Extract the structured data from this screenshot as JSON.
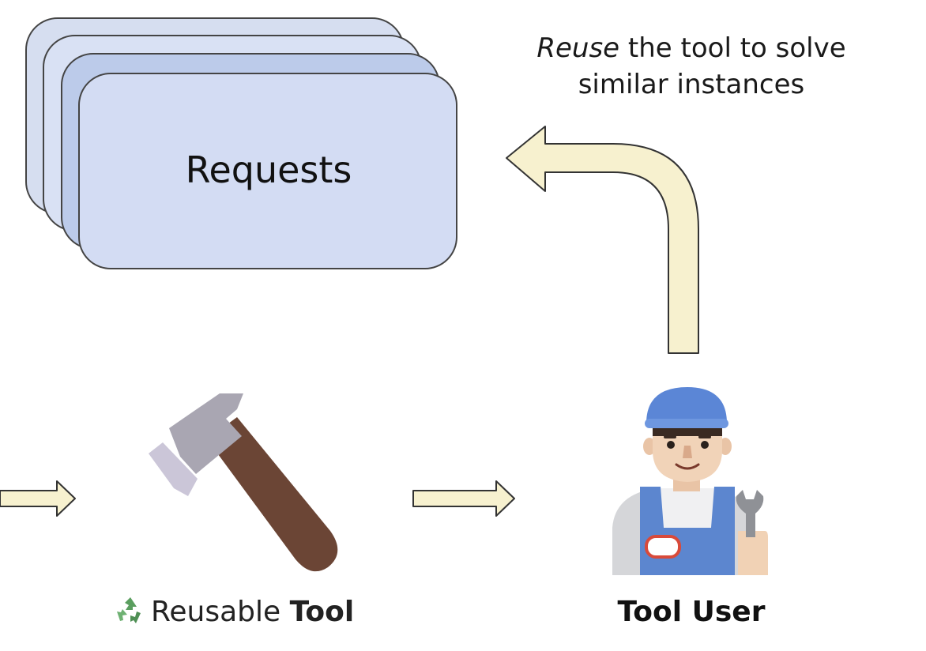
{
  "caption": {
    "emphasis": "Reuse",
    "rest": " the tool to solve",
    "line2": "similar instances"
  },
  "requests": {
    "label": "Requests"
  },
  "tool": {
    "label_prefix": "Reusable ",
    "label_bold": "Tool",
    "icon": "hammer-icon",
    "badge_icon": "recycle-icon"
  },
  "user": {
    "label": "Tool User",
    "icon": "mechanic-icon"
  },
  "colors": {
    "card_front": "#d3dcf3",
    "card_back": "#bfcdea",
    "arrow_fill": "#f7f1cf",
    "arrow_stroke": "#333333"
  }
}
